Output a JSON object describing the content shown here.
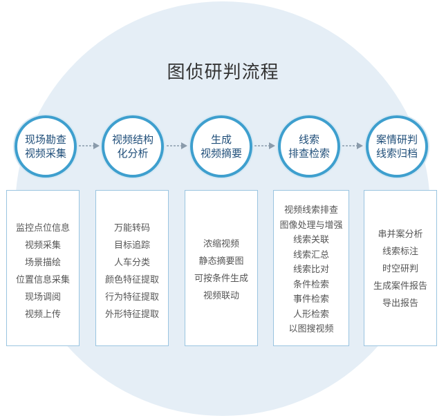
{
  "title": "图侦研判流程",
  "colors": {
    "circle_bg": "#e5eef6",
    "ring": "#3e9fce",
    "step_text": "#1f4e79",
    "box_border": "#9ac4e0"
  },
  "steps": [
    {
      "lines": [
        "现场勘查",
        "视频采集"
      ],
      "items": [
        "监控点位信息",
        "视频采集",
        "场景描绘",
        "位置信息采集",
        "现场调阅",
        "视频上传"
      ]
    },
    {
      "lines": [
        "视频结构",
        "化分析"
      ],
      "items": [
        "万能转码",
        "目标追踪",
        "人车分类",
        "颜色特征提取",
        "行为特征提取",
        "外形特征提取"
      ]
    },
    {
      "lines": [
        "生成",
        "视频摘要"
      ],
      "items": [
        "浓缩视频",
        "静态摘要图",
        "可按条件生成",
        "视频联动"
      ]
    },
    {
      "lines": [
        "线索",
        "排查检索"
      ],
      "items": [
        "视频线索排查",
        "图像处理与增强",
        "线索关联",
        "线索汇总",
        "线索比对",
        "条件检索",
        "事件检索",
        "人形检索",
        "以图搜视频"
      ]
    },
    {
      "lines": [
        "案情研判",
        "线索归档"
      ],
      "items": [
        "串并案分析",
        "线索标注",
        "时空研判",
        "生成案件报告",
        "导出报告"
      ]
    }
  ]
}
